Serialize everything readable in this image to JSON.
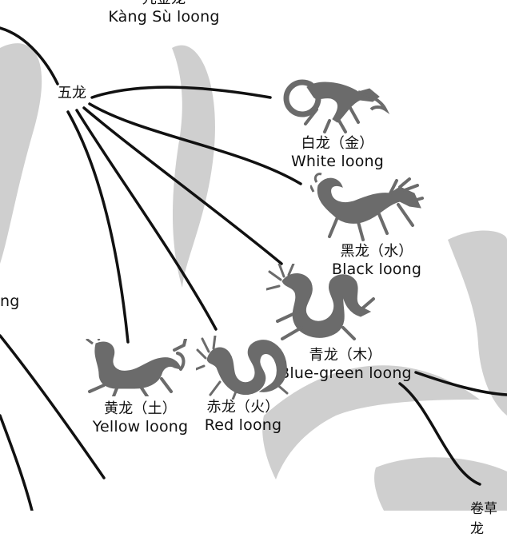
{
  "colors": {
    "background": "#ffffff",
    "wash": "#cfcfcf",
    "line": "#111111",
    "dragon": "#6b6b6b",
    "text": "#111111"
  },
  "top_node": {
    "zh": "亢金龙",
    "en": "Kàng Sù loong"
  },
  "root_node": {
    "zh": "五龙"
  },
  "left_partial": {
    "text": "ng"
  },
  "bottom_partial": {
    "text": "卷草龙"
  },
  "nodes": {
    "white": {
      "zh": "白龙（金）",
      "en": "White loong",
      "icon": "white-dragon-icon"
    },
    "black": {
      "zh": "黑龙（水）",
      "en": "Black loong",
      "icon": "black-dragon-icon"
    },
    "bluegreen": {
      "zh": "青龙（木）",
      "en": "Blue-green loong",
      "icon": "blue-green-dragon-icon"
    },
    "yellow": {
      "zh": "黄龙（土）",
      "en": "Yellow loong",
      "icon": "yellow-dragon-icon"
    },
    "red": {
      "zh": "赤龙（火）",
      "en": "Red loong",
      "icon": "red-dragon-icon"
    }
  }
}
